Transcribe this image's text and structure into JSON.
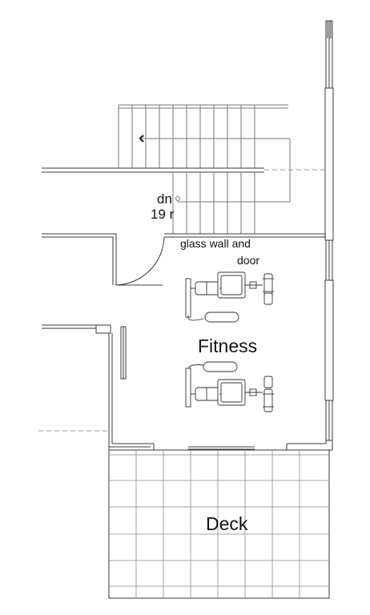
{
  "plan": {
    "rooms": {
      "fitness": "Fitness",
      "deck": "Deck"
    },
    "annotations": {
      "glass_wall_line1": "glass wall and",
      "glass_wall_line2": "door",
      "stair_direction": "dn",
      "stair_risers": "19 r"
    },
    "icons": {
      "stair_arrow": "chevron-left-icon",
      "equipment": "exercise-bench-icon"
    },
    "colors": {
      "line": "#3a3a3a",
      "light_line": "#8a8a8a",
      "background": "#ffffff"
    }
  }
}
